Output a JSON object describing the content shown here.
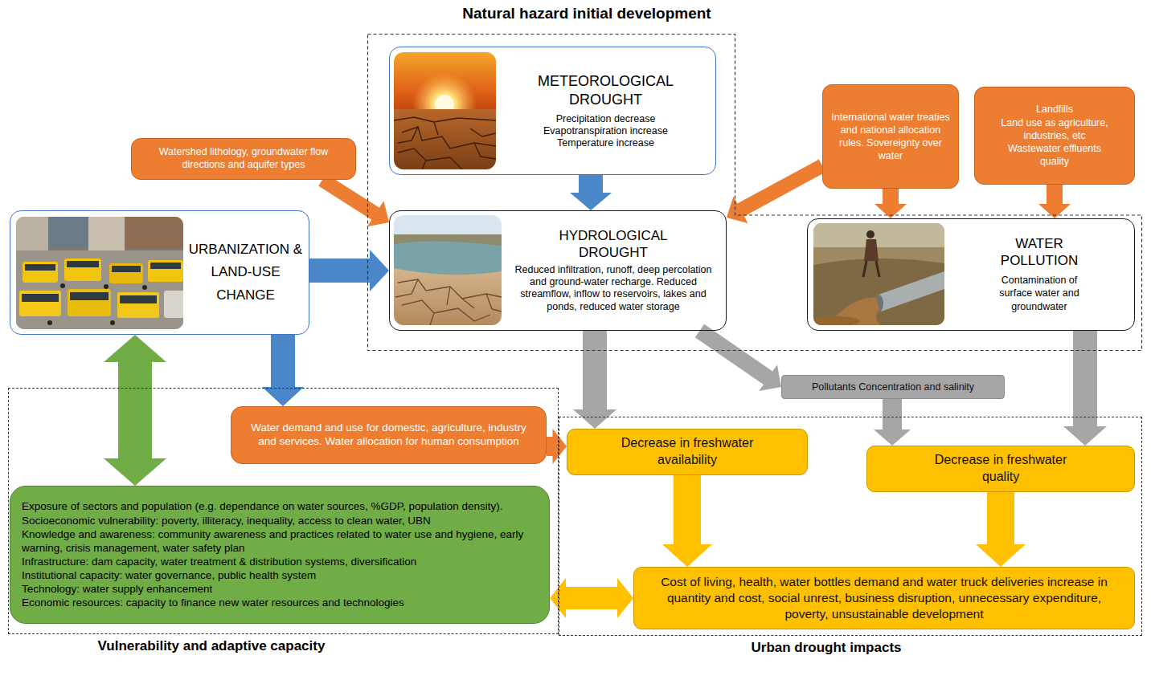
{
  "diagram": {
    "nodes": [
      {
        "text": [
          "Natural hazard initial development"
        ]
      },
      {
        "text": [
          "METEOROLOGICAL DROUGHT",
          "Precipitation decrease",
          "Evapotranspiration increase",
          "Temperature increase"
        ],
        "in": 0
      },
      {
        "text": [
          "HYDROLOGICAL DROUGHT",
          "Reduced infiltration, runoff, deep percolation and ground-water recharge. Reduced streamflow, inflow to reservoirs, lakes and ponds, reduced water storage"
        ],
        "in": 0
      },
      {
        "text": [
          "WATER POLLUTION",
          "Contamination of surface water and groundwater"
        ],
        "in": 0
      },
      {
        "text": [
          "URBANIZATION & LAND-USE CHANGE"
        ]
      },
      {
        "text": [
          "Watershed lithology, groundwater flow directions and aquifer types"
        ]
      },
      {
        "text": [
          "International water treaties and national allocation rules. Sovereignty over water"
        ]
      },
      {
        "text": [
          "Landfills",
          "Land use as agriculture, industries, etc",
          "Wastewater effluents quality"
        ]
      },
      {
        "text": [
          "Pollutants Concentration and salinity"
        ]
      },
      {
        "text": [
          "Vulnerability and adaptive capacity"
        ]
      },
      {
        "text": [
          "Water demand and use for domestic, agriculture, industry and services. Water allocation for human consumption"
        ],
        "in": 9
      },
      {
        "text": [
          "Exposure of sectors and population (e.g. dependance on water sources, %GDP, population density). Socioeconomic vulnerability: poverty, illiteracy, inequality, access to clean water, UBN",
          "Knowledge and awareness: community awareness and practices related to water use and hygiene, early warning, crisis management, water safety plan",
          "Infrastructure: dam capacity, water treatment & distribution systems, diversification",
          "Institutional capacity: water governance, public health system",
          "Technology: water supply enhancement",
          "Economic resources: capacity to finance new water resources and technologies"
        ],
        "in": 9
      },
      {
        "text": [
          "Urban drought impacts"
        ]
      },
      {
        "text": [
          "Decrease in freshwater availability"
        ],
        "in": 12
      },
      {
        "text": [
          "Decrease in freshwater quality"
        ],
        "in": 12
      },
      {
        "text": [
          "Cost of living, health, water bottles demand and water truck deliveries increase in quantity and cost, social unrest, business disruption, unnecessary expenditure, poverty, unsustainable development"
        ],
        "in": 12
      }
    ],
    "edges": [
      {
        "from": 1,
        "to": 2,
        "arrow": "to"
      },
      {
        "from": 4,
        "to": 2,
        "arrow": "to"
      },
      {
        "from": 4,
        "to": 10,
        "arrow": "to"
      },
      {
        "from": 4,
        "to": 11,
        "arrow": "both"
      },
      {
        "from": 5,
        "to": 2,
        "arrow": "to"
      },
      {
        "from": 6,
        "to": 2,
        "arrow": "to"
      },
      {
        "from": 6,
        "to": 3,
        "arrow": "to"
      },
      {
        "from": 7,
        "to": 3,
        "arrow": "to"
      },
      {
        "from": 2,
        "to": 13,
        "arrow": "to"
      },
      {
        "from": 2,
        "to": 8,
        "arrow": "to"
      },
      {
        "from": 8,
        "to": 14,
        "arrow": "to"
      },
      {
        "from": 3,
        "to": 14,
        "arrow": "to"
      },
      {
        "from": 10,
        "to": 13,
        "arrow": "to"
      },
      {
        "from": 13,
        "to": 15,
        "arrow": "to"
      },
      {
        "from": 14,
        "to": 15,
        "arrow": "to"
      },
      {
        "from": 11,
        "to": 15,
        "arrow": "both"
      }
    ]
  }
}
